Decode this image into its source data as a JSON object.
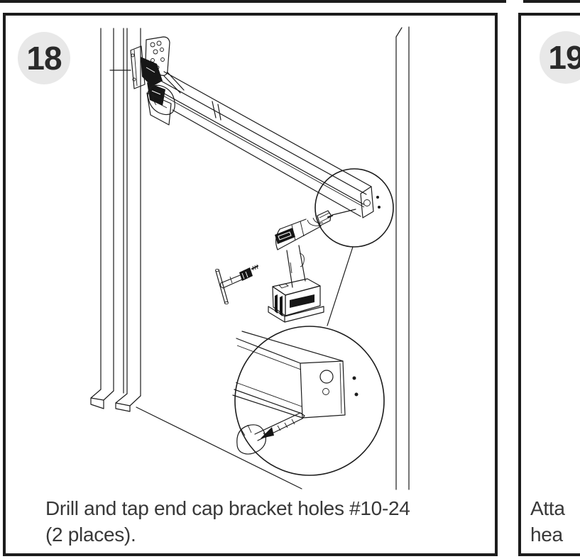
{
  "document": {
    "type": "installation-manual-step-page",
    "background": "#ffffff",
    "ink_color": "#1c1c1c",
    "badge_fill": "#e8e8e8",
    "badge_text_color": "#2a2a2a"
  },
  "steps": [
    {
      "number": "18",
      "caption_line1": "Drill and tap end cap bracket holes #10-24",
      "caption_line2": "(2 places).",
      "illustration_parts": [
        "door-frame",
        "mounting-bracket",
        "operator-arm",
        "arm-end-callout-circle",
        "end-cap-hole-dots",
        "cordless-drill",
        "drill-bit",
        "tap-wrench",
        "leader-line",
        "magnified-detail-circle",
        "end-cap-face",
        "drill-arrow"
      ]
    },
    {
      "number": "19",
      "caption_line1": "Atta",
      "caption_line2": "hea"
    }
  ]
}
